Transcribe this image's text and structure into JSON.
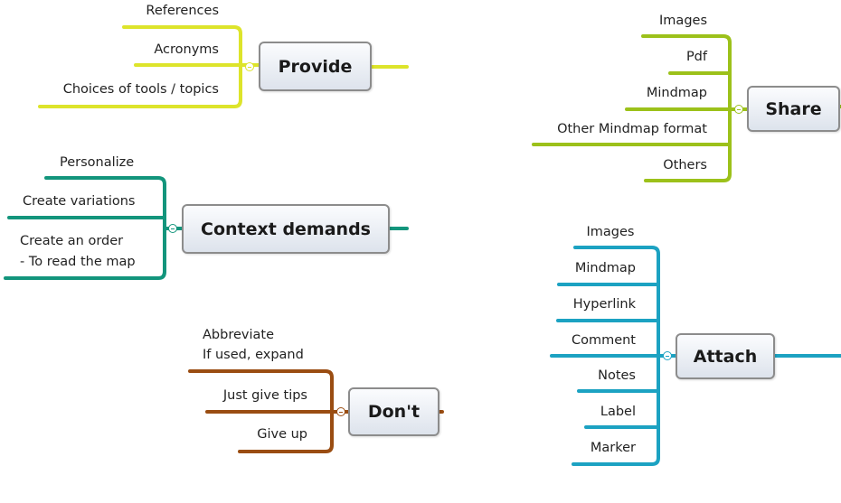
{
  "colors": {
    "provide": "#dde42b",
    "share": "#9cc11a",
    "context": "#13957c",
    "attach": "#1ca2c2",
    "dont": "#9a4d12"
  },
  "provide": {
    "title": "Provide",
    "items": [
      "References",
      "Acronyms",
      "Choices of tools / topics"
    ]
  },
  "share": {
    "title": "Share",
    "items": [
      "Images",
      "Pdf",
      "Mindmap",
      "Other Mindmap format",
      "Others"
    ]
  },
  "context": {
    "title": "Context demands",
    "items": [
      "Personalize",
      "Create variations",
      "Create an order",
      "- To read the map"
    ]
  },
  "attach": {
    "title": "Attach",
    "items": [
      "Images",
      "Mindmap",
      "Hyperlink",
      "Comment",
      "Notes",
      "Label",
      "Marker"
    ]
  },
  "dont": {
    "title": "Don't",
    "items": [
      "Abbreviate",
      "If used, expand",
      "Just give tips",
      "Give up"
    ]
  }
}
